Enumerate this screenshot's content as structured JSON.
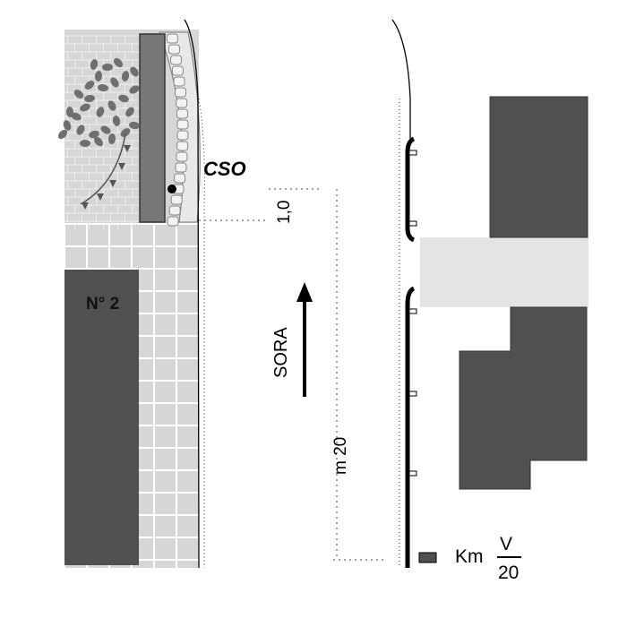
{
  "labels": {
    "cso": "CSO",
    "building_no": "N° 2",
    "direction": "SORA",
    "offset": "1,0",
    "length": "m 20",
    "km_prefix": "Km",
    "km_numerator": "V",
    "km_denominator": "20"
  },
  "colors": {
    "building": "#505050",
    "paving": "#d6d6d6",
    "tile_lines": "#ffffff",
    "crosswalk": "#e4e4e4",
    "foliage": "#6f6f6f",
    "ink": "#111111",
    "sidewalk": "#f4f4f4"
  },
  "icons": {
    "direction_arrow": "arrow-up-icon",
    "cso_point": "dot-icon"
  }
}
